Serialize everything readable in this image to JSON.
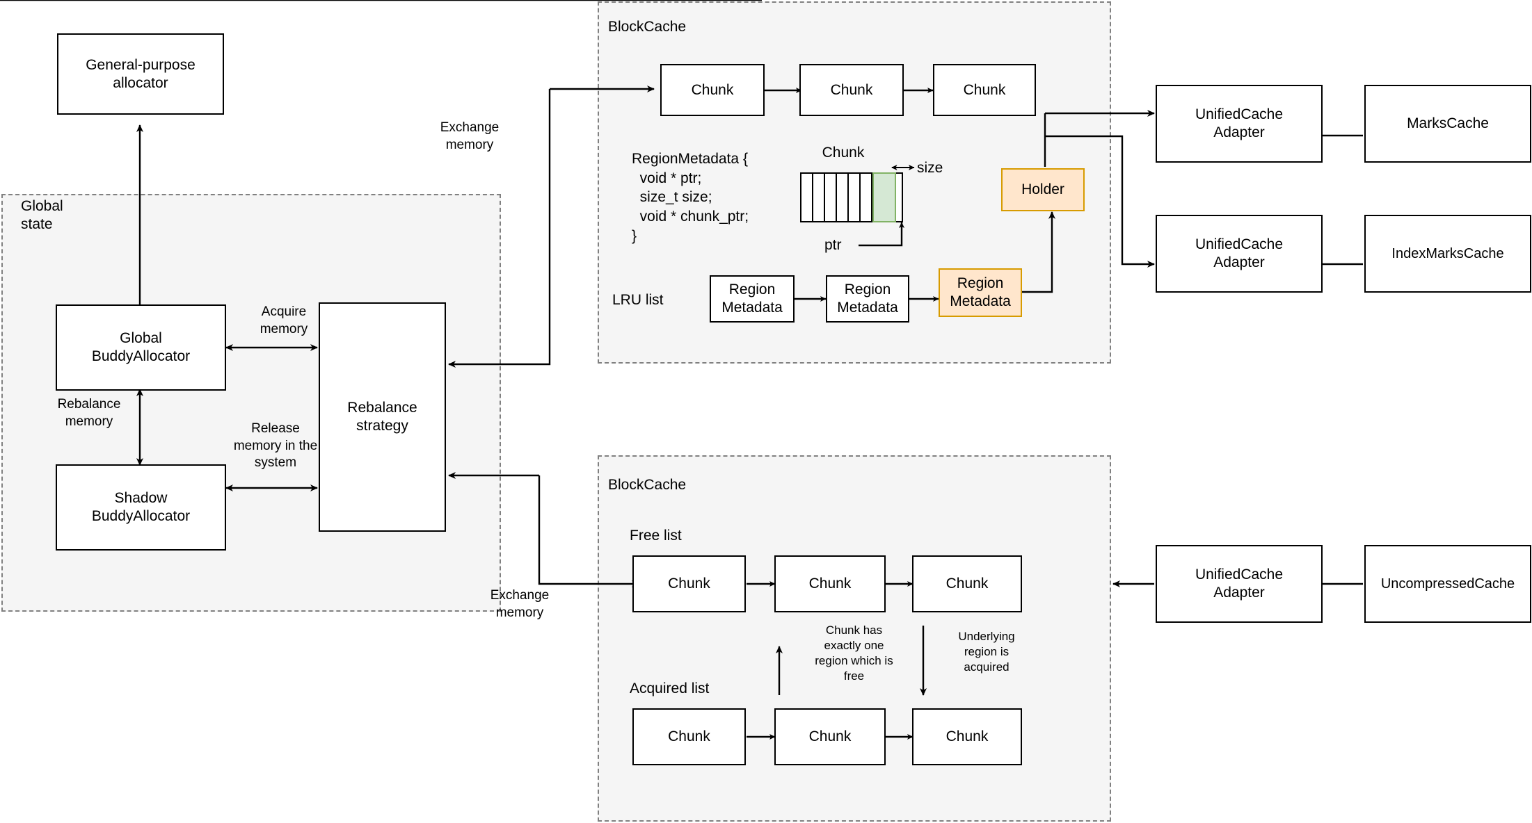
{
  "diagram": {
    "title": "ClickHouse cache memory management architecture",
    "colors": {
      "group_fill": "#f5f5f5",
      "group_border": "#808080",
      "node_border": "#000000",
      "node_fill": "#ffffff",
      "orange_fill": "#ffe6cc",
      "orange_border": "#d79b00",
      "green_fill": "#d5e8d4",
      "green_border": "#82b366"
    }
  },
  "groups": {
    "global_state": {
      "label": "Global\nstate"
    },
    "blockcache_top": {
      "label": "BlockCache"
    },
    "blockcache_bottom": {
      "label": "BlockCache"
    }
  },
  "nodes": {
    "general_purpose_allocator": {
      "label": "General-purpose\nallocator"
    },
    "global_buddy_allocator": {
      "label": "Global\nBuddyAllocator"
    },
    "shadow_buddy_allocator": {
      "label": "Shadow\nBuddyAllocator"
    },
    "rebalance_strategy": {
      "label": "Rebalance\nstrategy"
    },
    "holder": {
      "label": "Holder"
    },
    "region_metadata_orange": {
      "label": "Region\nMetadata"
    },
    "unified_cache_adapter_1": {
      "label": "UnifiedCache\nAdapter"
    },
    "unified_cache_adapter_2": {
      "label": "UnifiedCache\nAdapter"
    },
    "unified_cache_adapter_3": {
      "label": "UnifiedCache\nAdapter"
    },
    "marks_cache": {
      "label": "MarksCache"
    },
    "index_marks_cache": {
      "label": "IndexMarksCache"
    },
    "uncompressed_cache": {
      "label": "UncompressedCache"
    }
  },
  "top_cache": {
    "chunks": [
      "Chunk",
      "Chunk",
      "Chunk"
    ],
    "lru_list_label": "LRU list",
    "lru_items": [
      "Region\nMetadata",
      "Region\nMetadata"
    ],
    "chunk_detail_label": "Chunk",
    "size_label": "size",
    "ptr_label": "ptr",
    "struct_code": "RegionMetadata {\n  void * ptr;\n  size_t size;\n  void * chunk_ptr;\n}"
  },
  "bottom_cache": {
    "free_list_label": "Free list",
    "acquired_list_label": "Acquired list",
    "free_chunks": [
      "Chunk",
      "Chunk",
      "Chunk"
    ],
    "acquired_chunks": [
      "Chunk",
      "Chunk",
      "Chunk"
    ],
    "note_free": "Chunk has\nexactly one\nregion which is\nfree",
    "note_acquired": "Underlying\nregion is\nacquired"
  },
  "edge_labels": {
    "acquire_memory": "Acquire\nmemory",
    "rebalance_memory": "Rebalance\nmemory",
    "release_memory_in_the_system": "Release\nmemory in the\nsystem",
    "exchange_memory_top": "Exchange\nmemory",
    "exchange_memory_bottom": "Exchange\nmemory"
  }
}
